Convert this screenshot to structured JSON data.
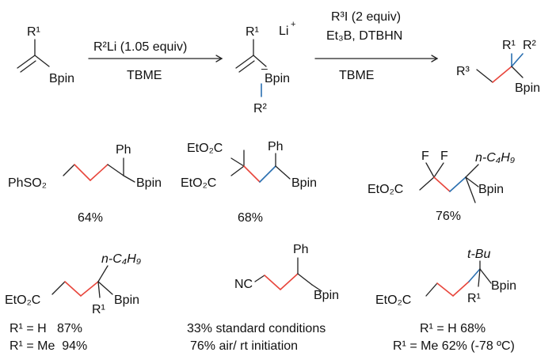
{
  "scheme": {
    "reagent1": {
      "line1": "R²Li (1.05 equiv)",
      "line2": "TBME"
    },
    "reagent2": {
      "line1": "R³I (2 equiv)",
      "line2": "Et₃B, DTBHN",
      "line3": "TBME"
    },
    "sm": {
      "r1": "R¹",
      "bpin": "Bpin"
    },
    "ate": {
      "r1": "R¹",
      "li": "Li",
      "plus": "+",
      "minus": "–",
      "bpin": "Bpin",
      "r2": "R²"
    },
    "prod": {
      "r3": "R³",
      "r1": "R¹",
      "r2": "R²",
      "bpin": "Bpin"
    }
  },
  "products": [
    {
      "id": "p1",
      "ph": "Ph",
      "left": "PhSO₂",
      "bpin": "Bpin",
      "yield": "64%"
    },
    {
      "id": "p2",
      "ester1": "EtO₂C",
      "ester2": "EtO₂C",
      "ph": "Ph",
      "bpin": "Bpin",
      "yield": "68%"
    },
    {
      "id": "p3",
      "f1": "F",
      "f2": "F",
      "alkyl": "n-C₄H₉",
      "ester": "EtO₂C",
      "bpin": "Bpin",
      "yield": "76%"
    },
    {
      "id": "p4",
      "alkyl": "n-C₄H₉",
      "ester": "EtO₂C",
      "r1": "R¹",
      "bpin": "Bpin",
      "line1": "R¹ = H   87%",
      "line2": "R¹ = Me  94%"
    },
    {
      "id": "p5",
      "ph": "Ph",
      "nitrile": "NC",
      "bpin": "Bpin",
      "line1": "33% standard conditions",
      "line2": "76% air/ rt initiation"
    },
    {
      "id": "p6",
      "alkyl": "t-Bu",
      "ester": "EtO₂C",
      "r1": "R¹",
      "bpin": "Bpin",
      "line1": "R¹ = H 68%",
      "line2": "R¹ = Me 62% (-78 ºC)"
    }
  ]
}
